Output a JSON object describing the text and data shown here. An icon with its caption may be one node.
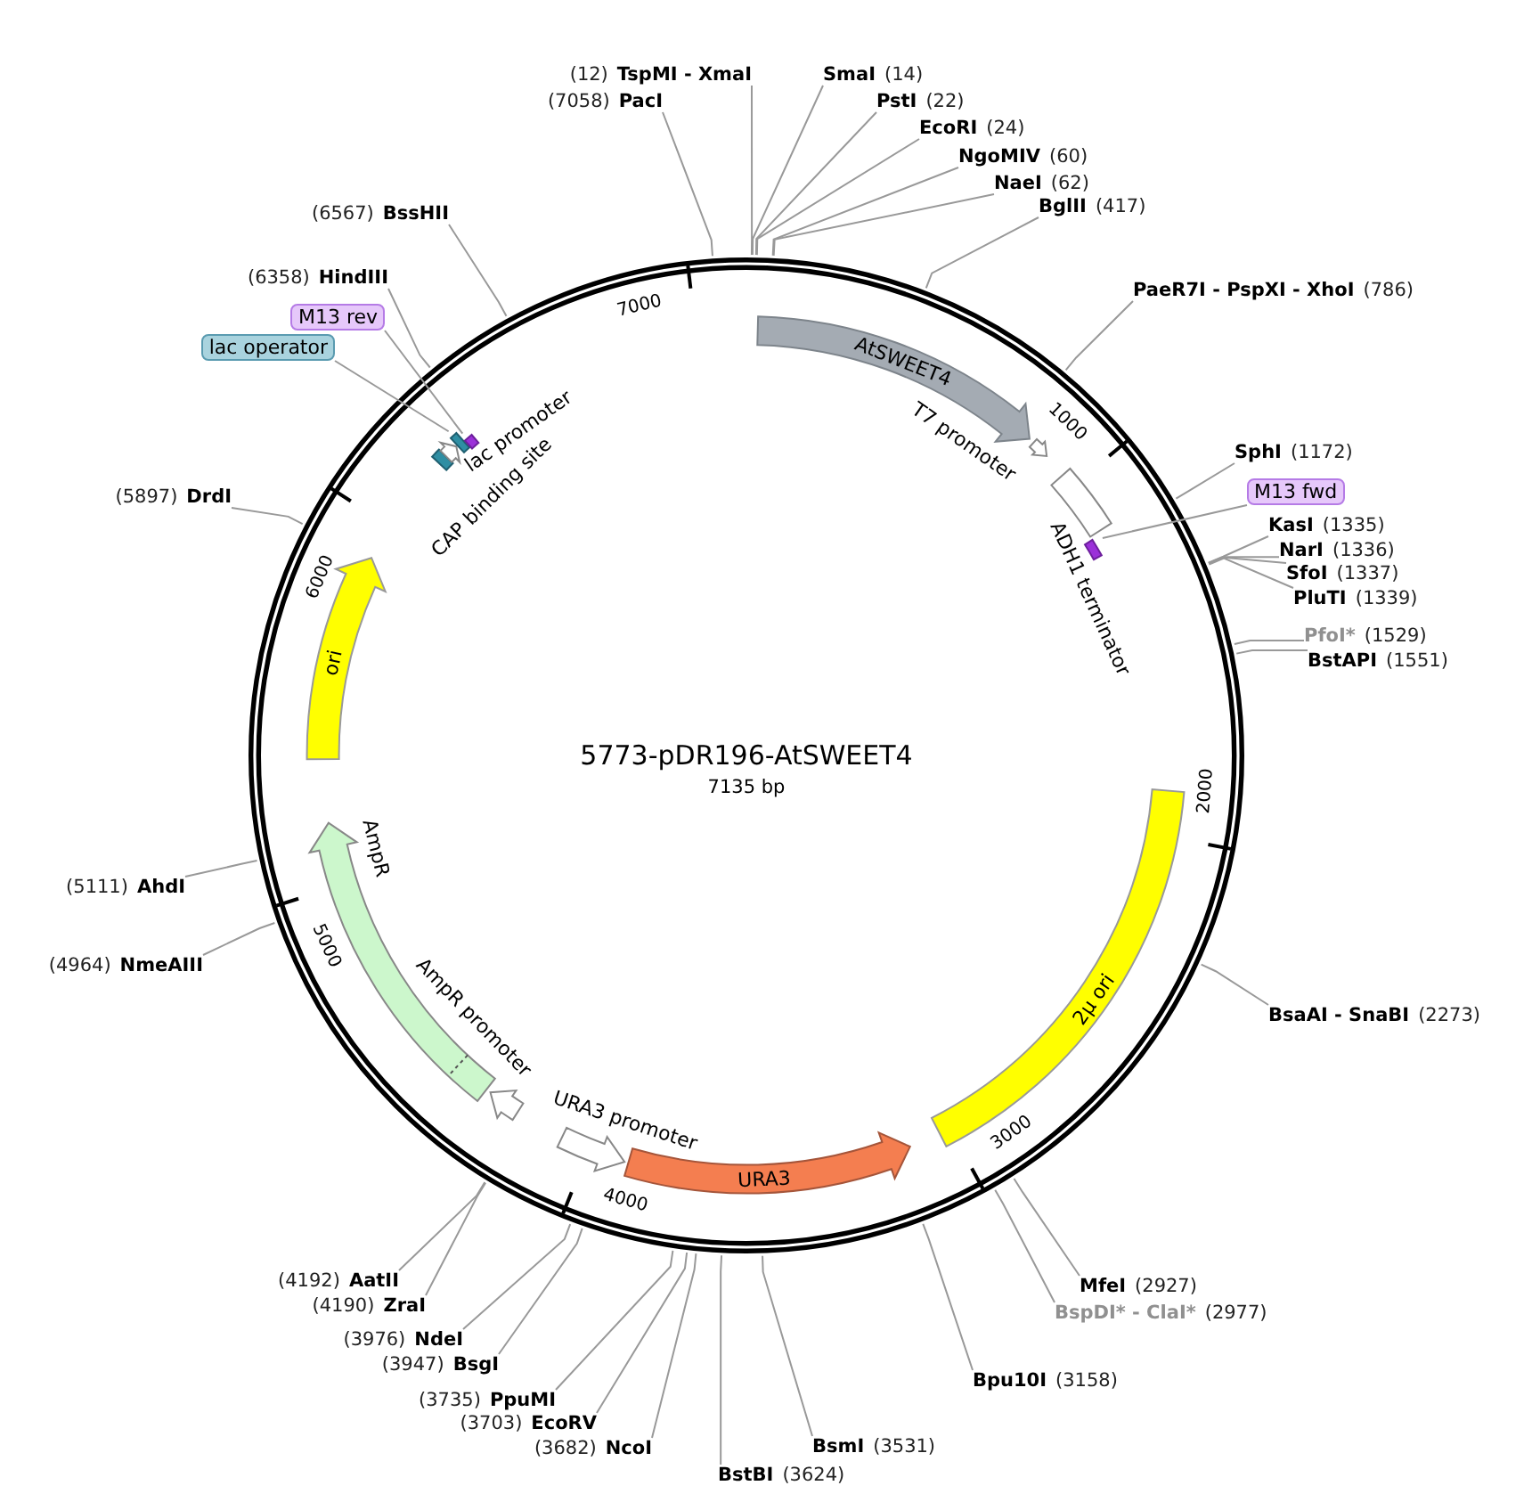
{
  "diagram": {
    "title": "5773-pDR196-AtSWEET4",
    "nodes": [
      {
        "text": [
          "(12)",
          "TspMI - XmaI"
        ]
      },
      {
        "text": [
          "(7058)",
          "PacI"
        ]
      },
      {
        "text": [
          "SmaI",
          "(14)"
        ]
      },
      {
        "text": [
          "PstI",
          "(22)"
        ]
      },
      {
        "text": [
          "EcoRI",
          "(24)"
        ]
      },
      {
        "text": [
          "NgoMIV",
          "(60)"
        ]
      },
      {
        "text": [
          "NaeI",
          "(62)"
        ]
      },
      {
        "text": [
          "BglII",
          "(417)"
        ]
      },
      {
        "text": [
          "PaeR7I - PspXI - XhoI",
          "(786)"
        ]
      },
      {
        "text": [
          "SphI",
          "(1172)"
        ]
      },
      {
        "text": [
          "M13 fwd"
        ]
      },
      {
        "text": [
          "KasI",
          "(1335)"
        ]
      },
      {
        "text": [
          "NarI",
          "(1336)"
        ]
      },
      {
        "text": [
          "SfoI",
          "(1337)"
        ]
      },
      {
        "text": [
          "PluTI",
          "(1339)"
        ]
      },
      {
        "text": [
          "PfoI*",
          "(1529)"
        ]
      },
      {
        "text": [
          "BstAPI",
          "(1551)"
        ]
      },
      {
        "text": [
          "BsaAI - SnaBI",
          "(2273)"
        ]
      },
      {
        "text": [
          "MfeI",
          "(2927)"
        ]
      },
      {
        "text": [
          "BspDI* - ClaI*",
          "(2977)"
        ]
      },
      {
        "text": [
          "Bpu10I",
          "(3158)"
        ]
      },
      {
        "text": [
          "BsmI",
          "(3531)"
        ]
      },
      {
        "text": [
          "BstBI",
          "(3624)"
        ]
      },
      {
        "text": [
          "(3682)",
          "NcoI"
        ]
      },
      {
        "text": [
          "(3703)",
          "EcoRV"
        ]
      },
      {
        "text": [
          "(3735)",
          "PpuMI"
        ]
      },
      {
        "text": [
          "(3947)",
          "BsgI"
        ]
      },
      {
        "text": [
          "(3976)",
          "NdeI"
        ]
      },
      {
        "text": [
          "(4190)",
          "ZraI"
        ]
      },
      {
        "text": [
          "(4192)",
          "AatII"
        ]
      },
      {
        "text": [
          "(4964)",
          "NmeAIII"
        ]
      },
      {
        "text": [
          "(5111)",
          "AhdI"
        ]
      },
      {
        "text": [
          "(5897)",
          "DrdI"
        ]
      },
      {
        "text": [
          "(6358)",
          "HindIII"
        ]
      },
      {
        "text": [
          "M13 rev"
        ]
      },
      {
        "text": [
          "lac operator"
        ]
      },
      {
        "text": [
          "(6567)",
          "BssHII"
        ]
      },
      {
        "text": [
          "AtSWEET4"
        ]
      },
      {
        "text": [
          "T7 promoter"
        ]
      },
      {
        "text": [
          "ADH1 terminator"
        ]
      },
      {
        "text": [],
        "shape": "bar"
      },
      {
        "text": [
          "2μ ori"
        ]
      },
      {
        "text": [
          "URA3"
        ]
      },
      {
        "text": [
          "URA3 promoter"
        ]
      },
      {
        "text": [
          "AmpR promoter"
        ]
      },
      {
        "text": [
          "AmpR"
        ]
      },
      {
        "text": [
          "ori"
        ]
      },
      {
        "text": [
          "CAP binding site"
        ]
      },
      {
        "text": [
          "lac promoter"
        ]
      },
      {
        "text": [],
        "shape": "bar"
      },
      {
        "text": [],
        "shape": "bar"
      }
    ],
    "edges": [
      {
        "from": 0,
        "to": null,
        "arrow": "none"
      },
      {
        "from": 1,
        "to": null,
        "arrow": "none"
      },
      {
        "from": 2,
        "to": null,
        "arrow": "none"
      },
      {
        "from": 3,
        "to": null,
        "arrow": "none"
      },
      {
        "from": 4,
        "to": null,
        "arrow": "none"
      },
      {
        "from": 5,
        "to": null,
        "arrow": "none"
      },
      {
        "from": 6,
        "to": null,
        "arrow": "none"
      },
      {
        "from": 7,
        "to": null,
        "arrow": "none"
      },
      {
        "from": 8,
        "to": null,
        "arrow": "none"
      },
      {
        "from": 9,
        "to": null,
        "arrow": "none"
      },
      {
        "from": 10,
        "to": 40,
        "arrow": "none"
      },
      {
        "from": 11,
        "to": null,
        "arrow": "none"
      },
      {
        "from": 12,
        "to": null,
        "arrow": "none"
      },
      {
        "from": 13,
        "to": null,
        "arrow": "none"
      },
      {
        "from": 14,
        "to": null,
        "arrow": "none"
      },
      {
        "from": 15,
        "to": null,
        "arrow": "none"
      },
      {
        "from": 16,
        "to": null,
        "arrow": "none"
      },
      {
        "from": 17,
        "to": null,
        "arrow": "none"
      },
      {
        "from": 18,
        "to": null,
        "arrow": "none"
      },
      {
        "from": 19,
        "to": null,
        "arrow": "none"
      },
      {
        "from": 20,
        "to": null,
        "arrow": "none"
      },
      {
        "from": 21,
        "to": null,
        "arrow": "none"
      },
      {
        "from": 22,
        "to": null,
        "arrow": "none"
      },
      {
        "from": 23,
        "to": null,
        "arrow": "none"
      },
      {
        "from": 24,
        "to": null,
        "arrow": "none"
      },
      {
        "from": 25,
        "to": null,
        "arrow": "none"
      },
      {
        "from": 26,
        "to": null,
        "arrow": "none"
      },
      {
        "from": 27,
        "to": null,
        "arrow": "none"
      },
      {
        "from": 28,
        "to": null,
        "arrow": "none"
      },
      {
        "from": 29,
        "to": null,
        "arrow": "none"
      },
      {
        "from": 30,
        "to": null,
        "arrow": "none"
      },
      {
        "from": 31,
        "to": null,
        "arrow": "none"
      },
      {
        "from": 32,
        "to": null,
        "arrow": "none"
      },
      {
        "from": 33,
        "to": null,
        "arrow": "none"
      },
      {
        "from": 34,
        "to": 50,
        "arrow": "none"
      },
      {
        "from": 35,
        "to": 49,
        "arrow": "none"
      },
      {
        "from": 36,
        "to": null,
        "arrow": "none"
      }
    ],
    "labels": [
      "7135 bp",
      "1000",
      "2000",
      "3000",
      "4000",
      "5000",
      "6000",
      "7000"
    ]
  }
}
